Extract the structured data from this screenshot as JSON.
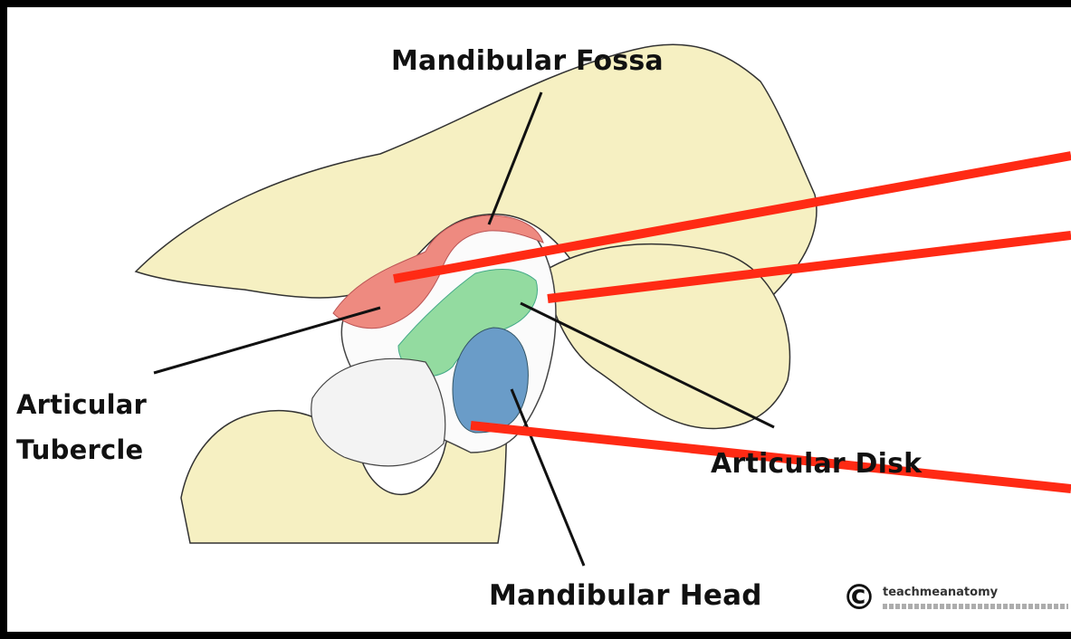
{
  "labels": {
    "mandibular_fossa": "Mandibular Fossa",
    "articular_tubercle_line1": "Articular",
    "articular_tubercle_line2": "Tubercle",
    "mandibular_head": "Mandibular Head",
    "articular_disk": "Articular Disk"
  },
  "watermark": {
    "copyright": "©",
    "brand": "teachmeanatomy"
  },
  "colors": {
    "background": "#000000",
    "bone": "#f6f0c2",
    "fossa": "#ee8a80",
    "disk": "#93dba0",
    "head": "#6a9cc8",
    "pointer": "#ff2a14",
    "leader": "#111111"
  }
}
